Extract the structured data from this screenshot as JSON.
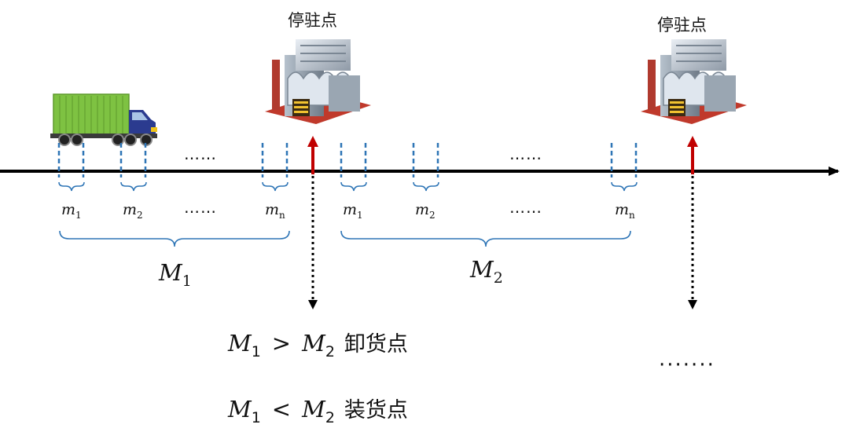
{
  "stops": [
    {
      "label": "停驻点"
    },
    {
      "label": "停驻点"
    }
  ],
  "segments": [
    {
      "small_labels": [
        {
          "sym": "m",
          "sub": "1"
        },
        {
          "sym": "m",
          "sub": "2"
        },
        {
          "sym": "m",
          "sub": "n"
        }
      ],
      "big_label": {
        "sym": "M",
        "sub": "1"
      },
      "ellipsis": "……"
    },
    {
      "small_labels": [
        {
          "sym": "m",
          "sub": "1"
        },
        {
          "sym": "m",
          "sub": "2"
        },
        {
          "sym": "m",
          "sub": "n"
        }
      ],
      "big_label": {
        "sym": "M",
        "sub": "2"
      },
      "ellipsis": "……"
    }
  ],
  "rules": [
    {
      "left": "M",
      "left_sub": "1",
      "op": ">",
      "right": "M",
      "right_sub": "2",
      "result": "卸货点"
    },
    {
      "left": "M",
      "left_sub": "1",
      "op": "<",
      "right": "M",
      "right_sub": "2",
      "result": "装货点"
    }
  ],
  "continuation": "·······",
  "colors": {
    "axis": "#000000",
    "stop_arrow": "#c00000",
    "tick": "#2e75b6",
    "brace": "#2e75b6",
    "truck_container": "#7ec242",
    "truck_cab": "#2b3b8f"
  },
  "icons": {
    "truck": "truck-icon",
    "stop": "factory-icon"
  }
}
